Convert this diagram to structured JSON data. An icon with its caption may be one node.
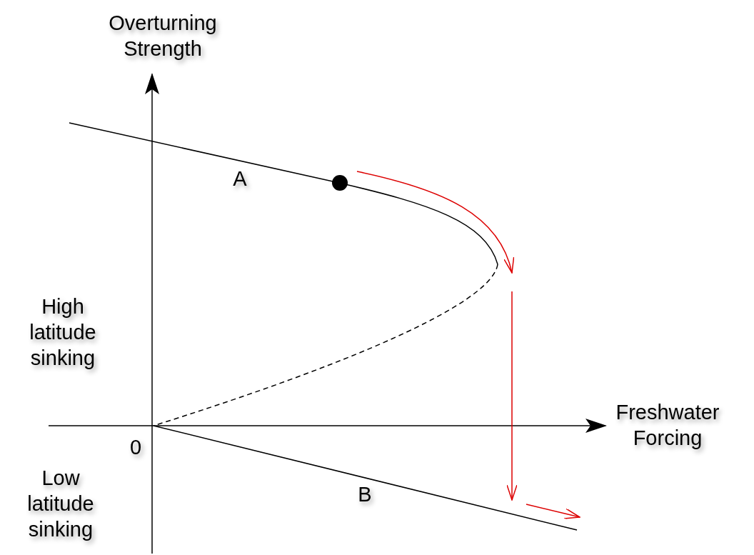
{
  "diagram": {
    "labels": [
      "Overturning Strength",
      "A",
      "High latitude sinking",
      "Freshwater Forcing",
      "0",
      "B",
      "Low latitude sinking"
    ]
  }
}
